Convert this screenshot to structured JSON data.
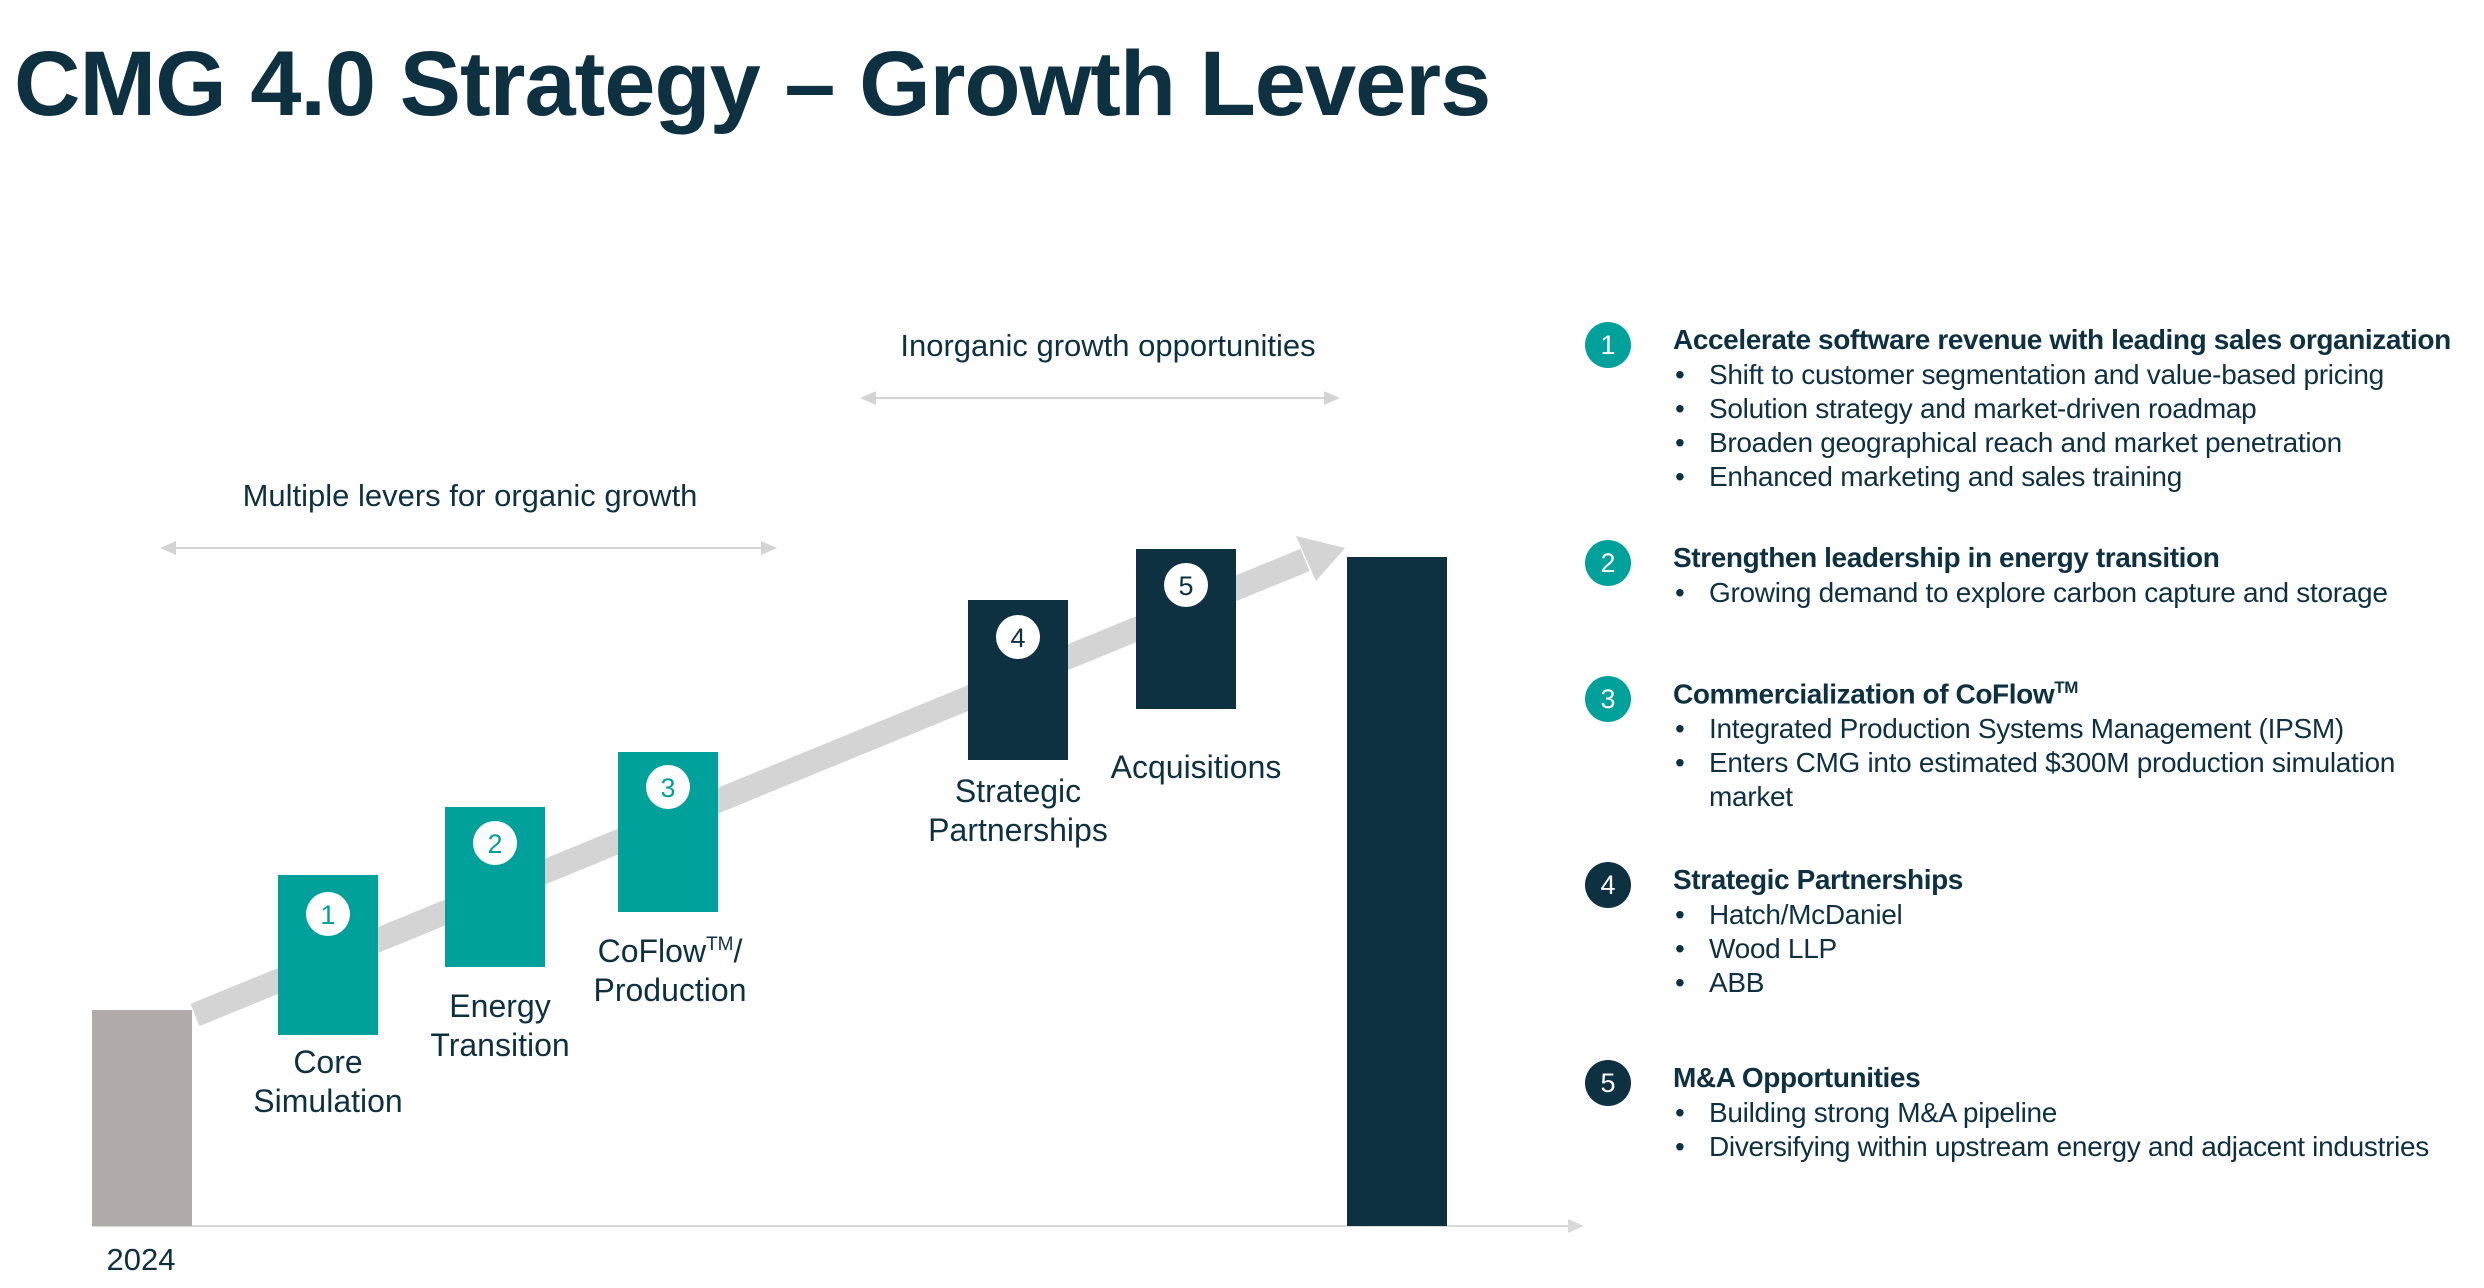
{
  "title": "CMG 4.0 Strategy – Growth Levers",
  "colors": {
    "navy": "#0e3142",
    "teal": "#00a19a",
    "gray_bar": "#b0aaa9",
    "arrow_gray": "#d4d4d4",
    "axis_gray": "#d9d9d9"
  },
  "diagram": {
    "organic_label": "Multiple levers for organic growth",
    "inorganic_label": "Inorganic growth opportunities",
    "baseline_label": "2024",
    "steps": [
      {
        "num": "1",
        "label_line1": "Core",
        "label_line2": "Simulation"
      },
      {
        "num": "2",
        "label_line1": "Energy",
        "label_line2": "Transition"
      },
      {
        "num": "3",
        "label_line1": "CoFlow",
        "label_sup": "TM",
        "label_line1_suffix": "/",
        "label_line2": "Production"
      },
      {
        "num": "4",
        "label_line1": "Strategic",
        "label_line2": "Partnerships"
      },
      {
        "num": "5",
        "label_line1": "Acquisitions",
        "label_line2": ""
      }
    ]
  },
  "levers": [
    {
      "num": "1",
      "title": "Accelerate software revenue with leading sales organization",
      "bullets": [
        "Shift to customer segmentation and value-based pricing",
        "Solution strategy and market-driven roadmap",
        "Broaden geographical reach and market penetration",
        "Enhanced marketing and sales training"
      ]
    },
    {
      "num": "2",
      "title": "Strengthen leadership in energy transition",
      "bullets": [
        "Growing demand to explore carbon capture and storage"
      ]
    },
    {
      "num": "3",
      "title": "Commercialization of CoFlow",
      "title_sup": "TM",
      "bullets": [
        "Integrated Production Systems Management (IPSM)",
        "Enters CMG into estimated $300M production simulation market"
      ]
    },
    {
      "num": "4",
      "title": "Strategic Partnerships",
      "bullets": [
        "Hatch/McDaniel",
        "Wood LLP",
        "ABB"
      ]
    },
    {
      "num": "5",
      "title": "M&A Opportunities",
      "bullets": [
        "Building strong M&A pipeline",
        "Diversifying within upstream energy and adjacent industries"
      ]
    }
  ]
}
